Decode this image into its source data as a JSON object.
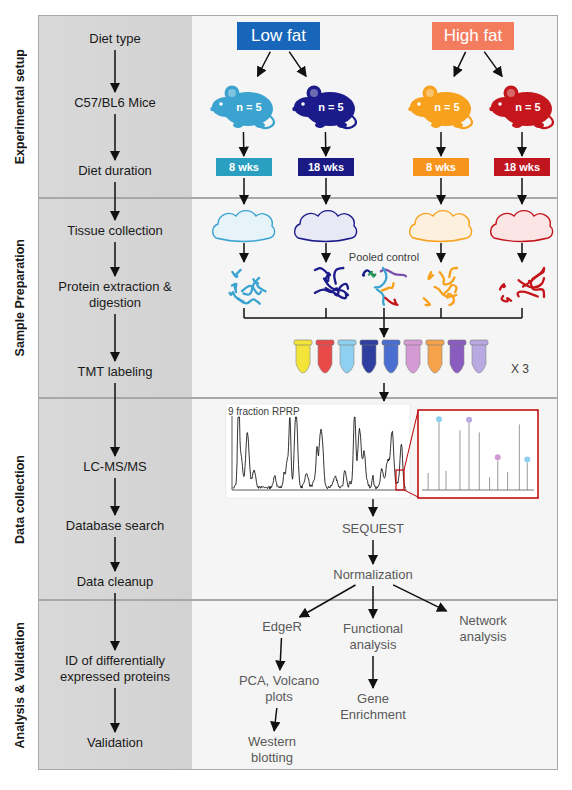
{
  "diagram": {
    "nodes": [
      {
        "text": [
          "Experimental setup"
        ]
      },
      {
        "text": [
          "Diet type"
        ],
        "in": 0
      },
      {
        "text": [
          "Low fat"
        ],
        "in": 0
      },
      {
        "text": [
          "High fat"
        ],
        "in": 0
      },
      {
        "text": [
          "C57/BL6 Mice"
        ],
        "in": 0
      },
      {
        "text": [
          "n = 5"
        ],
        "in": 0
      },
      {
        "text": [
          "n = 5"
        ],
        "in": 0
      },
      {
        "text": [
          "n = 5"
        ],
        "in": 0
      },
      {
        "text": [
          "n = 5"
        ],
        "in": 0
      },
      {
        "text": [
          "Diet duration"
        ],
        "in": 0
      },
      {
        "text": [
          "8 wks"
        ],
        "in": 0
      },
      {
        "text": [
          "18 wks"
        ],
        "in": 0
      },
      {
        "text": [
          "8 wks"
        ],
        "in": 0
      },
      {
        "text": [
          "18 wks"
        ],
        "in": 0
      },
      {
        "text": [
          "Sample Preparation"
        ]
      },
      {
        "text": [
          "Tissue collection"
        ],
        "in": 14
      },
      {
        "text": [
          "Protein extraction & digestion"
        ],
        "in": 14
      },
      {
        "text": [
          "TMT labeling"
        ],
        "in": 14
      },
      {
        "text": [
          "Data collection"
        ]
      },
      {
        "text": [
          "LC-MS/MS"
        ],
        "in": 18
      },
      {
        "text": [
          "Database search"
        ],
        "in": 18
      },
      {
        "text": [
          "SEQUEST"
        ],
        "in": 18
      },
      {
        "text": [
          "Data cleanup"
        ],
        "in": 18
      },
      {
        "text": [
          "Normalization"
        ],
        "in": 18
      },
      {
        "text": [
          "Analysis & Validation"
        ]
      },
      {
        "text": [
          "ID of differentially expressed proteins"
        ],
        "in": 24
      },
      {
        "text": [
          "EdgeR"
        ],
        "in": 24
      },
      {
        "text": [
          "Functional analysis"
        ],
        "in": 24
      },
      {
        "text": [
          "Network analysis"
        ],
        "in": 24
      },
      {
        "text": [
          "Validation"
        ],
        "in": 24
      },
      {
        "text": [
          "PCA, Volcano plots"
        ],
        "in": 24
      },
      {
        "text": [
          "Gene Enrichment"
        ],
        "in": 24
      },
      {
        "text": [
          "Western blotting"
        ],
        "in": 24
      }
    ],
    "edges": [
      {
        "from": 1,
        "to": 4,
        "arrow": "to"
      },
      {
        "from": 4,
        "to": 9,
        "arrow": "to"
      },
      {
        "from": 9,
        "to": 15,
        "arrow": "to"
      },
      {
        "from": 15,
        "to": 16,
        "arrow": "to"
      },
      {
        "from": 16,
        "to": 17,
        "arrow": "to"
      },
      {
        "from": 17,
        "to": 19,
        "arrow": "to"
      },
      {
        "from": 19,
        "to": 20,
        "arrow": "to"
      },
      {
        "from": 20,
        "to": 22,
        "arrow": "to"
      },
      {
        "from": 22,
        "to": 25,
        "arrow": "to"
      },
      {
        "from": 25,
        "to": 29,
        "arrow": "to"
      },
      {
        "from": 2,
        "to": 5,
        "arrow": "to"
      },
      {
        "from": 2,
        "to": 6,
        "arrow": "to"
      },
      {
        "from": 3,
        "to": 7,
        "arrow": "to"
      },
      {
        "from": 3,
        "to": 8,
        "arrow": "to"
      },
      {
        "from": 5,
        "to": 10,
        "arrow": "to"
      },
      {
        "from": 6,
        "to": 11,
        "arrow": "to"
      },
      {
        "from": 7,
        "to": 12,
        "arrow": "to"
      },
      {
        "from": 8,
        "to": 13,
        "arrow": "to"
      },
      {
        "from": 21,
        "to": 23,
        "arrow": "to"
      },
      {
        "from": 23,
        "to": 26,
        "arrow": "to"
      },
      {
        "from": 23,
        "to": 27,
        "arrow": "to"
      },
      {
        "from": 23,
        "to": 28,
        "arrow": "to"
      },
      {
        "from": 26,
        "to": 30,
        "arrow": "to"
      },
      {
        "from": 30,
        "to": 32,
        "arrow": "to"
      },
      {
        "from": 27,
        "to": 31,
        "arrow": "to"
      }
    ],
    "labels": [
      "Pooled control",
      "9 fraction RPRP",
      "X 3"
    ]
  }
}
